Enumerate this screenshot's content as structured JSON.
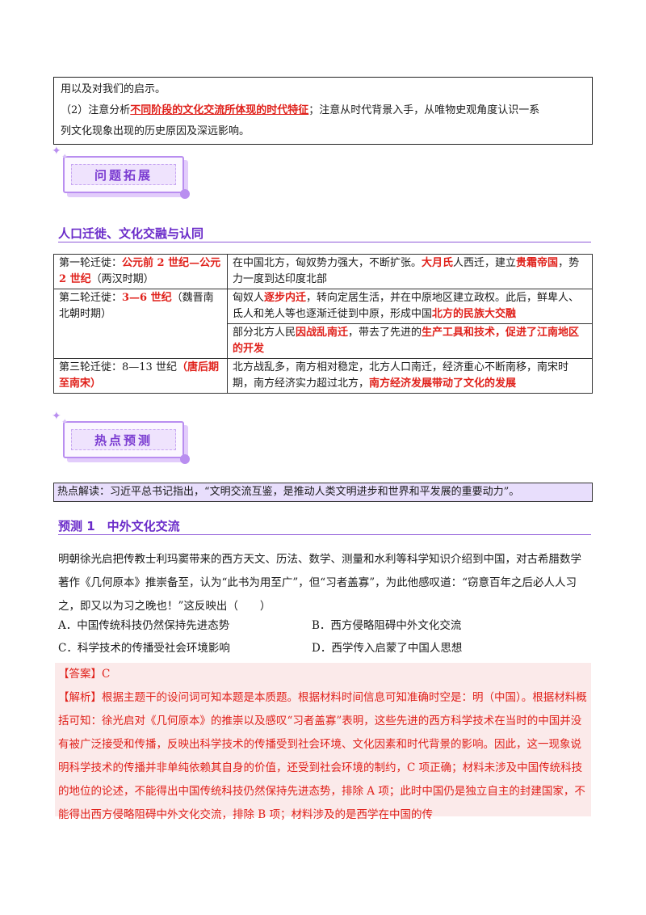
{
  "top_box": {
    "line1": "用以及对我们的启示。",
    "line2_prefix": "（2）注意分析",
    "line2_highlight": "不同阶段的文化交流所体现的时代特征",
    "line2_suffix": "；注意从时代背景入手，从唯物史观角度认识一系",
    "line3": "列文化现象出现的历史原因及深远影响。"
  },
  "badge1": "问题拓展",
  "section1_title": "人口迁徙、文化交融与认同",
  "table": {
    "row1": {
      "c1_a": "第一轮迁徙：",
      "c1_red": "公元前 2 世纪—公元 2 世纪",
      "c1_b": "（两汉时期）",
      "c2_a": "在中国北方，匈奴势力强大，不断扩张。",
      "c2_r1": "大月氏",
      "c2_b": "人西迁，建立",
      "c2_r2": "贵霜帝国",
      "c2_c": "，势力一度到达印度北部"
    },
    "row2": {
      "c1_a": "第二轮迁徙：",
      "c1_red": "3—6 世纪",
      "c1_b": "（魏晋南北朝时期）",
      "c2_a": "匈奴人",
      "c2_r1": "逐步内迁",
      "c2_b": "，转向定居生活，并在中原地区建立政权。此后，鲜卑人、氐人和羌人等也逐渐迁徙到中原，形成中国",
      "c2_r2": "北方的民族大交融"
    },
    "row3": {
      "c2_a": "部分北方人民",
      "c2_r1": "因战乱南迁",
      "c2_b": "，带去了先进的",
      "c2_r2": "生产工具和技术，促进了江南地区的开发"
    },
    "row4": {
      "c1_a": "第三轮迁徙：8—13 世纪",
      "c1_red": "（唐后期至南宋）",
      "c2_a": "北方战乱多，南方相对稳定，北方人口南迁，经济重心不断南移，南宋时期，南方经济实力超过北方，",
      "c2_r1": "南方经济发展带动了文化的发展"
    }
  },
  "badge2": "热点预测",
  "hot_text": "热点解读：习近平总书记指出，“文明交流互鉴，是推动人类文明进步和世界和平发展的重要动力”。",
  "prediction_title": "预测 1　中外文化交流",
  "question": "明朝徐光启把传教士利玛窦带来的西方天文、历法、数学、测量和水利等科学知识介绍到中国，对古希腊数学著作《几何原本》推崇备至，认为“此书为用至广”，但“习者盖寡”，为此他感叹道：“窃意百年之后必人人习之，即又以为习之晚也！”这反映出（　　）",
  "options": {
    "A": "A．中国传统科技仍然保持先进态势",
    "B": "B．西方侵略阻碍中外文化交流",
    "C": "C．科学技术的传播受社会环境影响",
    "D": "D．西学传入启蒙了中国人思想"
  },
  "answer": "【答案】C",
  "analysis": "【解析】根据主题干的设问词可知本题是本质题。根据材料时间信息可知准确时空是：明（中国）。根据材料概括可知：徐光启对《几何原本》的推崇以及感叹“习者盖寡”表明，这些先进的西方科学技术在当时的中国并没有被广泛接受和传播，反映出科学技术的传播受到社会环境、文化因素和时代背景的影响。因此，这一现象说明科学技术的传播并非单纯依赖其自身的价值，还受到社会环境的制约，C 项正确；材料未涉及中国传统科技的地位的论述，不能得出中国传统科技仍然保持先进态势，排除 A 项；此时中国仍是独立自主的封建国家，不能得出西方侵略阻碍中外文化交流，排除 B 项；材料涉及的是西学在中国的传"
}
